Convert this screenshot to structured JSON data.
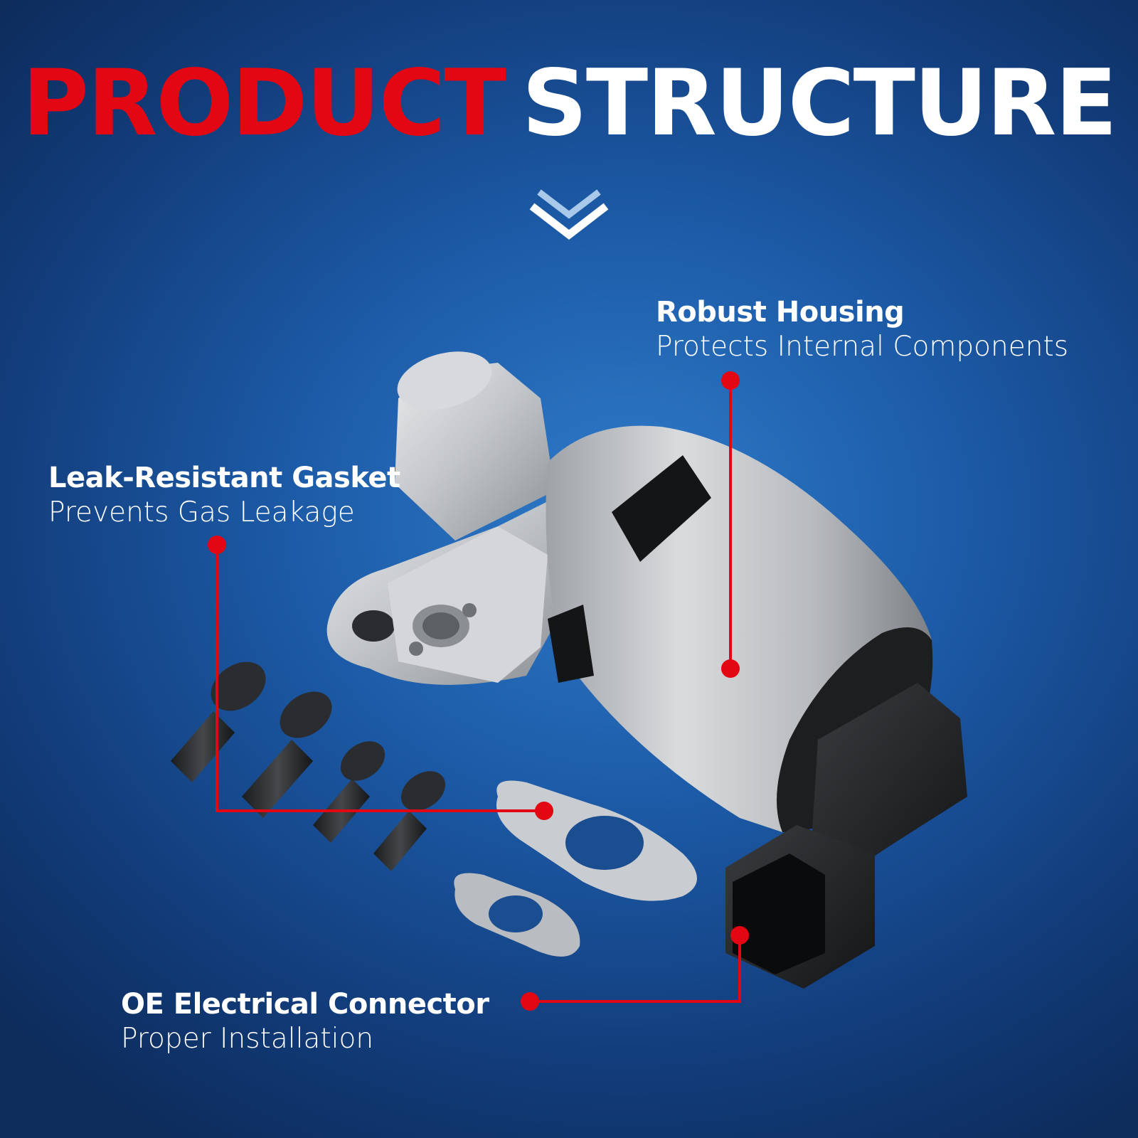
{
  "title": {
    "part1": "PRODUCT",
    "part2": "STRUCTURE"
  },
  "colors": {
    "accent": "#e30613",
    "text": "#ffffff",
    "background": "#1c5aa6"
  },
  "icons": {
    "scroll_indicator": "chevron-double-down-icon"
  },
  "callouts": {
    "housing": {
      "title": "Robust Housing",
      "subtitle": "Protects Internal Components"
    },
    "gasket": {
      "title": "Leak-Resistant Gasket",
      "subtitle": "Prevents Gas Leakage"
    },
    "connector": {
      "title": "OE Electrical Connector",
      "subtitle": "Proper Installation"
    }
  }
}
